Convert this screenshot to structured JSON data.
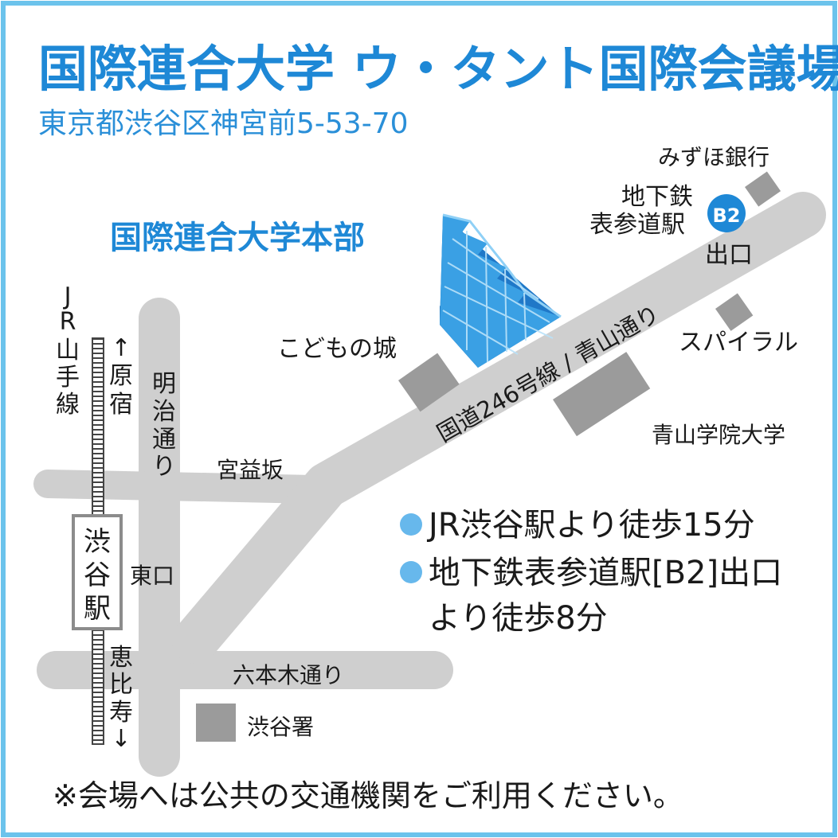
{
  "header": {
    "title": "国際連合大学 ウ・タント国際会議場",
    "address": "東京都渋谷区神宮前5-53-70"
  },
  "landmarks": {
    "hq": "国際連合大学本部",
    "mizuho": "みずほ銀行",
    "subway_line1": "地下鉄",
    "subway_line2": "表参道駅",
    "exit_badge": "B2",
    "exit": "出口",
    "spiral": "スパイラル",
    "kodomo": "こどもの城",
    "aoyama_gakuin": "青山学院大学",
    "shibuya_police": "渋谷署",
    "shibuya_station": [
      "渋",
      "谷",
      "駅"
    ],
    "east_exit": "東口"
  },
  "roads": {
    "route246": "国道246号線 / 青山通り",
    "meiji": [
      "明",
      "治",
      "通",
      "り"
    ],
    "miyamasu": "宮益坂",
    "roppongi": "六本木通り"
  },
  "rail": {
    "line": [
      "J",
      "R",
      "山",
      "手",
      "線"
    ],
    "north": [
      "↑",
      "原",
      "宿"
    ],
    "south": [
      "恵",
      "比",
      "寿",
      "↓"
    ]
  },
  "access": {
    "line1": "JR渋谷駅より徒歩15分",
    "line2": "地下鉄表参道駅[B2]出口",
    "line3": "より徒歩8分"
  },
  "note": "※会場へは公共の交通機関をご利用ください。",
  "colors": {
    "border": "#6cc3ec",
    "title": "#1e88d6",
    "road": "#cfcfcf",
    "block": "#9b9b9b",
    "building": "#3aa0e4",
    "bullet": "#67b8ec"
  }
}
